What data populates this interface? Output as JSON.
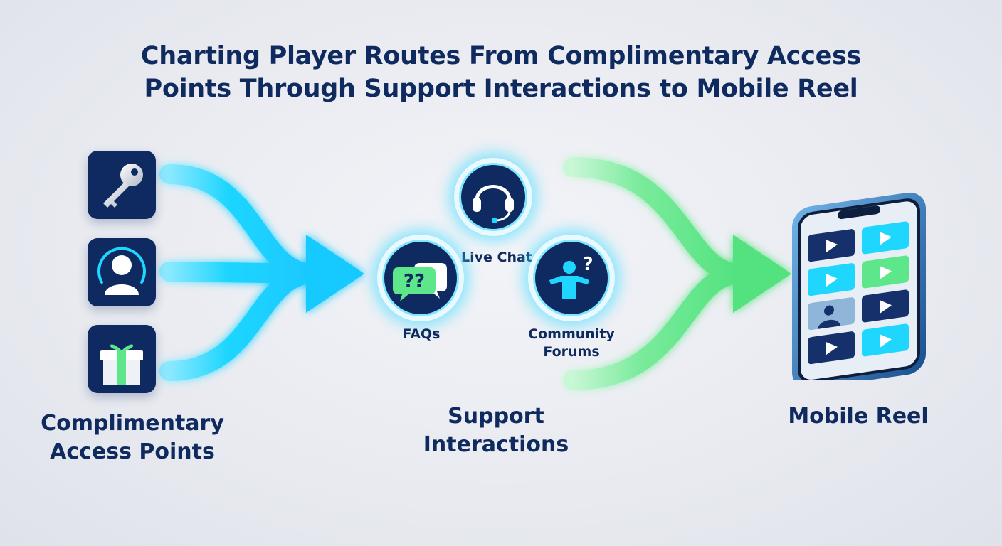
{
  "title": {
    "line1": "Charting Player Routes From Complimentary Access",
    "line2": "Points Through Support Interactions to  Mobile Reel"
  },
  "sections": {
    "access": {
      "label_line1": "Complimentary",
      "label_line2": "Access Points"
    },
    "support": {
      "label_line1": "Support",
      "label_line2": "Interactions"
    },
    "mobile": {
      "label": "Mobile Reel"
    }
  },
  "access_icons": [
    "key-icon",
    "user-icon",
    "gift-icon"
  ],
  "support_nodes": {
    "live_chat": {
      "label": "Live Chat",
      "icon": "headset-icon"
    },
    "faqs": {
      "label": "FAQs",
      "icon": "chat-bubbles-icon"
    },
    "forums": {
      "label_line1": "Community",
      "label_line2": "Forums",
      "icon": "person-question-icon"
    }
  },
  "colors": {
    "navy": "#0e2a60",
    "cyan_flow": "#1fd6ff",
    "green_flow": "#5ee68a",
    "text": "#0f2a5e"
  }
}
